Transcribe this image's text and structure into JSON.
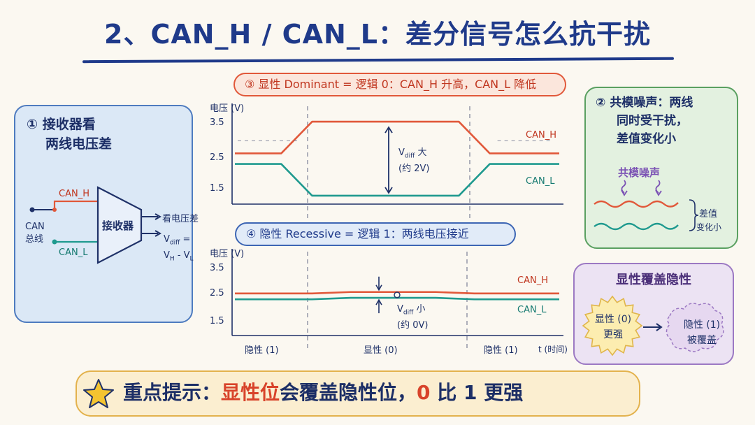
{
  "title": "2、CAN_H / CAN_L：差分信号怎么抗干扰",
  "receiver_panel": {
    "number": "①",
    "title_line1": "接收器看",
    "title_line2": "两线电压差",
    "bus_label_line1": "CAN",
    "bus_label_line2": "总线",
    "canh_label": "CAN_H",
    "canl_label": "CAN_L",
    "block_label": "接收器",
    "output_label": "看电压差",
    "formula_line1": "V",
    "formula_sub1": "diff",
    "formula_eq": " =",
    "formula_line2_v": "V",
    "formula_sub_h": "H",
    "formula_minus": " - V",
    "formula_sub_l": "L"
  },
  "dominant": {
    "label": "③ 显性 Dominant = 逻辑 0：CAN_H 升高，CAN_L 降低",
    "vdiff_label": "V",
    "vdiff_sub": "diff",
    "vdiff_word": " 大",
    "vdiff_approx": "(约 2V)"
  },
  "recessive": {
    "label": "④ 隐性 Recessive = 逻辑 1：两线电压接近",
    "vdiff_label": "V",
    "vdiff_sub": "diff",
    "vdiff_word": " 小",
    "vdiff_approx": "(约 0V)"
  },
  "common_mode": {
    "number": "②",
    "title_line1": "共模噪声：两线",
    "title_line2": "同时受干扰，",
    "title_line3": "差值变化小",
    "noise_label": "共模噪声",
    "diff_label_line1": "差值",
    "diff_label_line2": "变化小"
  },
  "override": {
    "title": "显性覆盖隐性",
    "dominant_line1": "显性 (0)",
    "dominant_line2": "更强",
    "recessive_line1": "隐性 (1)",
    "recessive_line2": "被覆盖"
  },
  "hint": {
    "prefix": "重点提示：",
    "red1": "显性位",
    "mid1": "会覆盖隐性位，",
    "red2": "0",
    "mid2": " 比 1 更强"
  },
  "colors": {
    "canh": "#e1583a",
    "canl": "#1f9a8f",
    "navy": "#1f3168",
    "receiver_bg": "#dbe8f6",
    "common_bg": "#e3f1e0",
    "override_bg": "#ece3f3",
    "hint_bg": "#fbeed0"
  },
  "chart_data": [
    {
      "type": "line",
      "ylabel": "电压 (V)",
      "y_ticks": [
        "3.5",
        "2.5",
        "1.5"
      ],
      "y_tick_values": [
        3.5,
        2.5,
        1.5
      ],
      "ylim": [
        1.2,
        3.7
      ],
      "legend": [
        "CAN_H",
        "CAN_L"
      ],
      "series": [
        {
          "name": "CAN_H",
          "x": [
            0,
            0.6,
            1.0,
            2.9,
            3.3,
            4.2
          ],
          "values": [
            2.6,
            2.6,
            3.5,
            3.5,
            2.6,
            2.6
          ]
        },
        {
          "name": "CAN_L",
          "x": [
            0,
            0.6,
            1.0,
            2.9,
            3.3,
            4.2
          ],
          "values": [
            2.3,
            2.3,
            1.4,
            1.4,
            2.3,
            2.3
          ]
        }
      ]
    },
    {
      "type": "line",
      "ylabel": "电压 (V)",
      "y_ticks": [
        "3.5",
        "2.5",
        "1.5"
      ],
      "y_tick_values": [
        3.5,
        2.5,
        1.5
      ],
      "ylim": [
        1.2,
        3.7
      ],
      "legend": [
        "CAN_H",
        "CAN_L"
      ],
      "x_categories": [
        "隐性 (1)",
        "显性 (0)",
        "隐性 (1)"
      ],
      "xlabel": "t (时间)",
      "series": [
        {
          "name": "CAN_H",
          "x": [
            0,
            1.0,
            1.5,
            2.6,
            3.1,
            4.2
          ],
          "values": [
            2.55,
            2.55,
            2.6,
            2.6,
            2.55,
            2.55
          ]
        },
        {
          "name": "CAN_L",
          "x": [
            0,
            1.0,
            1.5,
            2.6,
            3.1,
            4.2
          ],
          "values": [
            2.35,
            2.35,
            2.4,
            2.4,
            2.35,
            2.35
          ]
        }
      ]
    }
  ]
}
